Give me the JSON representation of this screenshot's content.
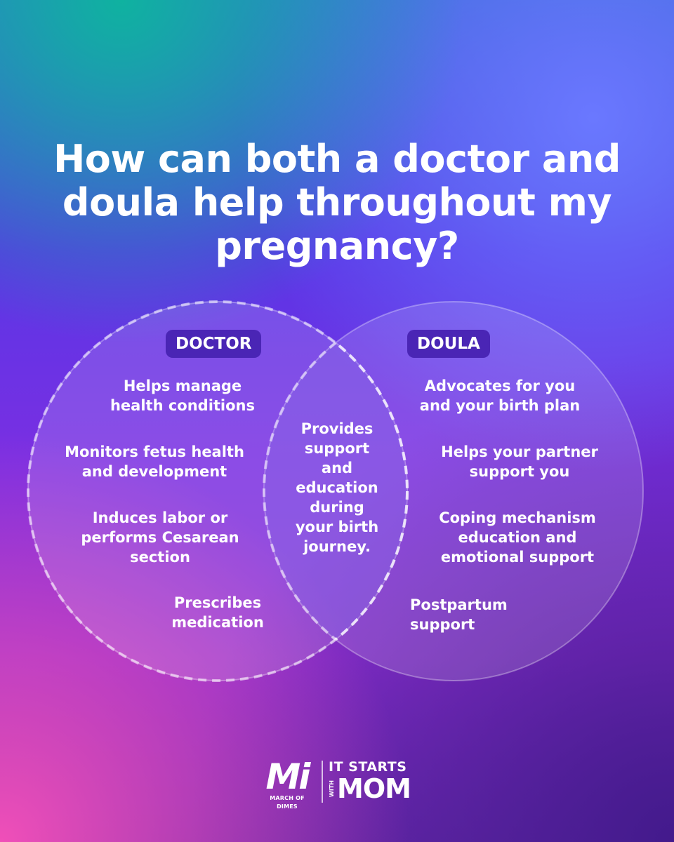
{
  "title": "How can both a doctor and doula help throughout my pregnancy?",
  "venn": {
    "left": {
      "label": "DOCTOR",
      "items": [
        "Helps manage health conditions",
        "Monitors fetus health and development",
        "Induces labor or performs Cesarean section",
        "Prescribes medication"
      ]
    },
    "right": {
      "label": "DOULA",
      "items": [
        "Advocates for you and your birth plan",
        "Helps your partner support you",
        "Coping mechanism education and emotional support",
        "Postpartum support"
      ]
    },
    "overlap": "Provides support and education during your birth journey."
  },
  "branding": {
    "logo_initials": "Mi",
    "org_name": "MARCH OF DIMES",
    "tagline_top": "IT STARTS",
    "tagline_with": "WITH",
    "tagline_bottom": "MOM"
  }
}
